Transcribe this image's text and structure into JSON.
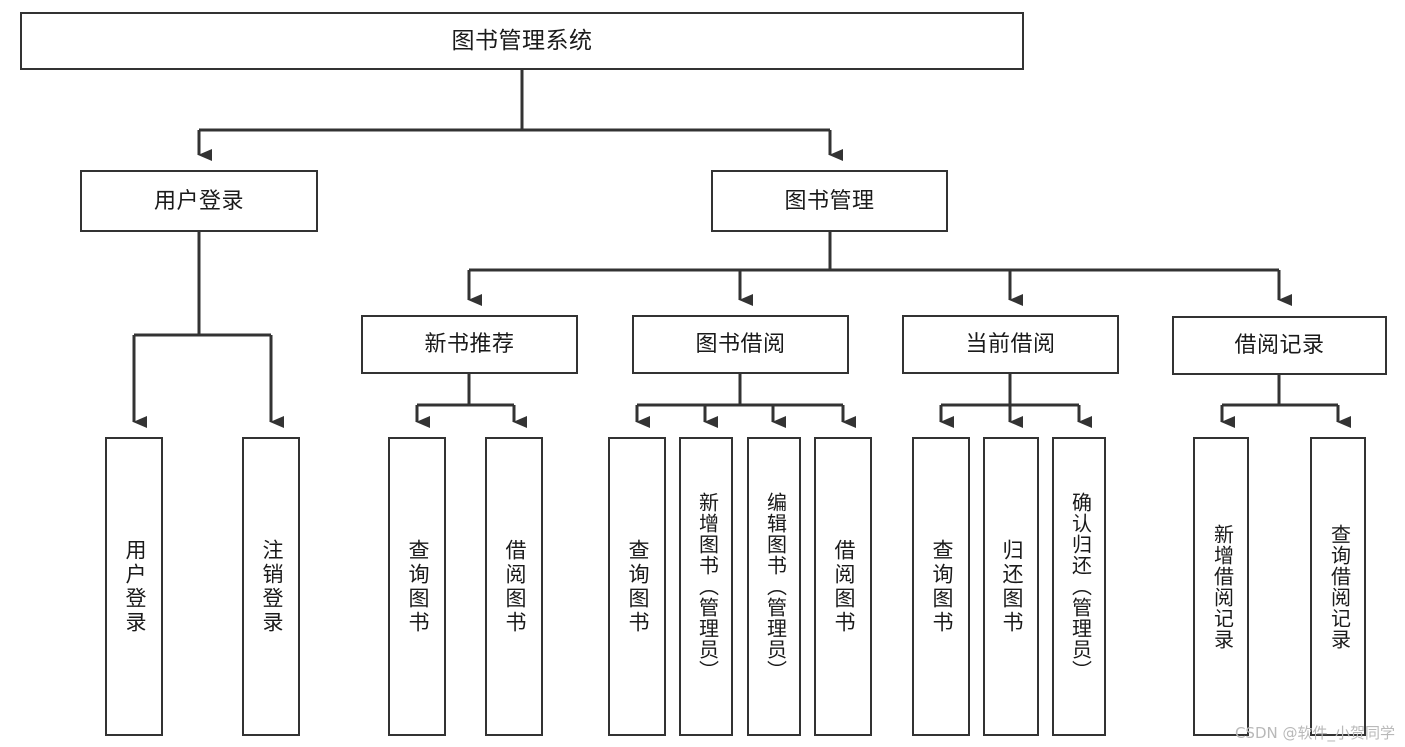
{
  "diagram": {
    "type": "tree-hierarchy",
    "title": "图书管理系统",
    "watermark": "CSDN @软件_小贺同学",
    "colors": {
      "node_border": "#333333",
      "node_fill": "#ffffff",
      "edge": "#333333",
      "background": "#ffffff",
      "watermark": "#b9b9b9"
    },
    "levels": {
      "root": [
        "图书管理系统"
      ],
      "level2": [
        "用户登录",
        "图书管理"
      ],
      "level3": [
        "新书推荐",
        "图书借阅",
        "当前借阅",
        "借阅记录"
      ],
      "leaves": [
        "用户登录",
        "注销登录",
        "查询图书",
        "借阅图书",
        "查询图书",
        "新增图书（管理员）",
        "编辑图书（管理员）",
        "借阅图书",
        "查询图书",
        "归还图书",
        "确认归还（管理员）",
        "新增借阅记录",
        "查询借阅记录"
      ]
    },
    "nodes": {
      "root": {
        "label": "图书管理系统"
      },
      "user_login": {
        "label": "用户登录"
      },
      "book_manage": {
        "label": "图书管理"
      },
      "new_book_rec": {
        "label": "新书推荐"
      },
      "book_borrow": {
        "label": "图书借阅"
      },
      "current_borrow": {
        "label": "当前借阅"
      },
      "borrow_record": {
        "label": "借阅记录"
      },
      "leaf_user_login": {
        "label": "用户登录"
      },
      "leaf_logout": {
        "label": "注销登录"
      },
      "leaf_rec_query": {
        "label": "查询图书"
      },
      "leaf_rec_borrow": {
        "label": "借阅图书"
      },
      "leaf_borrow_query": {
        "label": "查询图书"
      },
      "leaf_borrow_add": {
        "label": "新增图书（管理员）"
      },
      "leaf_borrow_edit": {
        "label": "编辑图书（管理员）"
      },
      "leaf_borrow_do": {
        "label": "借阅图书"
      },
      "leaf_cur_query": {
        "label": "查询图书"
      },
      "leaf_cur_return": {
        "label": "归还图书"
      },
      "leaf_cur_confirm": {
        "label": "确认归还（管理员）"
      },
      "leaf_rec_add": {
        "label": "新增借阅记录"
      },
      "leaf_rec_query2": {
        "label": "查询借阅记录"
      }
    },
    "relations": [
      {
        "from": "图书管理系统",
        "to": "用户登录"
      },
      {
        "from": "图书管理系统",
        "to": "图书管理"
      },
      {
        "from": "用户登录",
        "to": "用户登录"
      },
      {
        "from": "用户登录",
        "to": "注销登录"
      },
      {
        "from": "图书管理",
        "to": "新书推荐"
      },
      {
        "from": "图书管理",
        "to": "图书借阅"
      },
      {
        "from": "图书管理",
        "to": "当前借阅"
      },
      {
        "from": "图书管理",
        "to": "借阅记录"
      },
      {
        "from": "新书推荐",
        "to": "查询图书"
      },
      {
        "from": "新书推荐",
        "to": "借阅图书"
      },
      {
        "from": "图书借阅",
        "to": "查询图书"
      },
      {
        "from": "图书借阅",
        "to": "新增图书（管理员）"
      },
      {
        "from": "图书借阅",
        "to": "编辑图书（管理员）"
      },
      {
        "from": "图书借阅",
        "to": "借阅图书"
      },
      {
        "from": "当前借阅",
        "to": "查询图书"
      },
      {
        "from": "当前借阅",
        "to": "归还图书"
      },
      {
        "from": "当前借阅",
        "to": "确认归还（管理员）"
      },
      {
        "from": "借阅记录",
        "to": "新增借阅记录"
      },
      {
        "from": "借阅记录",
        "to": "查询借阅记录"
      }
    ]
  }
}
